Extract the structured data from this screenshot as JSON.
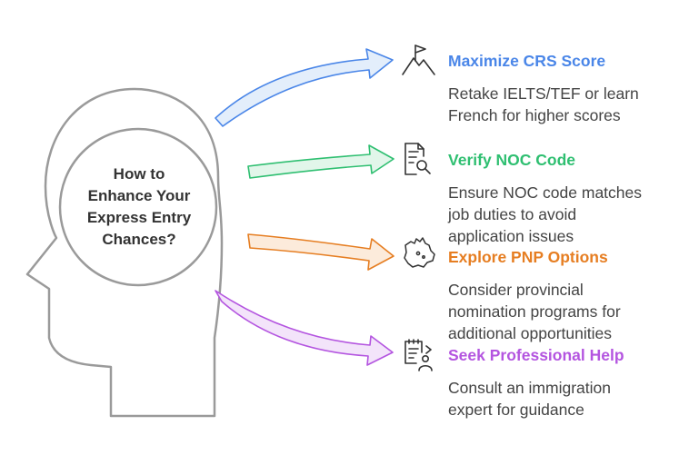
{
  "center": {
    "lines": [
      "How to",
      "Enhance Your",
      "Express Entry",
      "Chances?"
    ]
  },
  "items": [
    {
      "title": "Maximize CRS Score",
      "desc_lines": [
        "Retake IELTS/TEF or learn",
        "French for higher scores"
      ],
      "color": "#4A86E8",
      "arrow_fill": "#E3EEFB",
      "icon": "mountain-flag-icon"
    },
    {
      "title": "Verify NOC Code",
      "desc_lines": [
        "Ensure NOC code matches",
        "job duties to avoid",
        "application issues"
      ],
      "color": "#2FBF71",
      "arrow_fill": "#E2F6EA",
      "icon": "document-search-icon"
    },
    {
      "title": "Explore PNP Options",
      "desc_lines": [
        "Consider provincial",
        "nomination programs for",
        "additional opportunities"
      ],
      "color": "#E67E22",
      "arrow_fill": "#FCEBDB",
      "icon": "canada-map-icon"
    },
    {
      "title": "Seek Professional Help",
      "desc_lines": [
        "Consult an immigration",
        "expert for guidance"
      ],
      "color": "#B455E0",
      "arrow_fill": "#F3E4FA",
      "icon": "clipboard-person-icon"
    }
  ]
}
